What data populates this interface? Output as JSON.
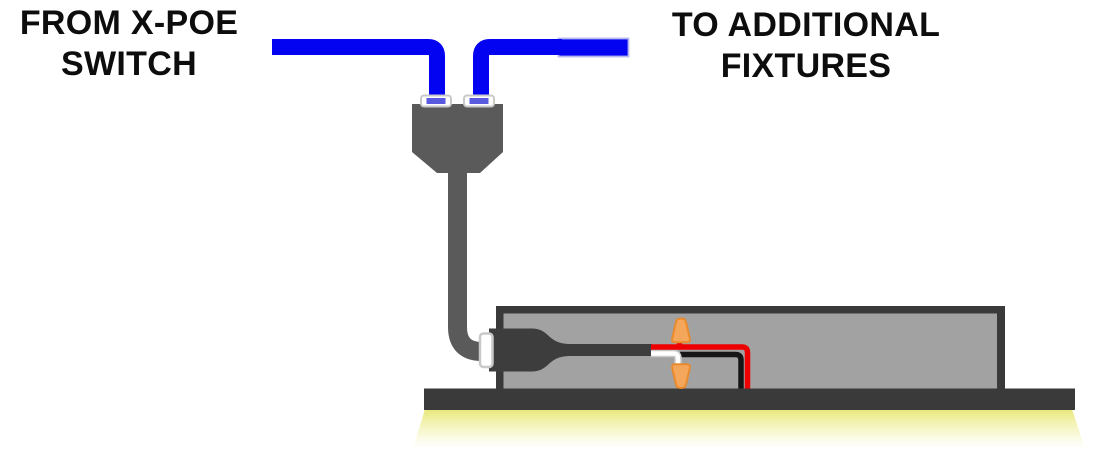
{
  "labels": {
    "from_switch": {
      "line1": "FROM X-POE",
      "line2": "SWITCH"
    },
    "to_fixtures": {
      "line1": "TO ADDITIONAL",
      "line2": "FIXTURES"
    }
  },
  "colors": {
    "cable_blue": "#0303f2",
    "cable_blue_highlight": "#b5b5f0",
    "splitter_gray": "#5a5a5a",
    "fixture_frame": "#3a3a3a",
    "fixture_interior": "#a2a2a2",
    "baseplate": "#3a3a3a",
    "plug_dark": "#3d3d3d",
    "wire_red": "#ee0000",
    "wire_black": "#161616",
    "wire_white": "#ffffff",
    "wire_white_outline": "#c9c9c9",
    "wire_nut_fill": "#f4a75b",
    "wire_nut_border": "#e98a2d",
    "connector_collar": "#ffffff",
    "connector_collar_border": "#c9c9c9",
    "collar_blue_band": "#5a5ae0",
    "light_glow": "#ebeb8a",
    "label_text": "#0d0d0d",
    "background": "#ffffff"
  },
  "components": [
    {
      "name": "cable-from-switch",
      "type": "ethernet-cable",
      "color": "blue"
    },
    {
      "name": "cable-to-additional-fixtures",
      "type": "ethernet-cable",
      "color": "blue"
    },
    {
      "name": "y-splitter-connector",
      "type": "splitter",
      "color": "dark-gray"
    },
    {
      "name": "drop-cable",
      "type": "cable",
      "color": "dark-gray"
    },
    {
      "name": "fixture-input-connector",
      "type": "connector-collar",
      "color": "white"
    },
    {
      "name": "fixture-power-plug",
      "type": "plug",
      "color": "dark-gray"
    },
    {
      "name": "wire-red",
      "type": "wire",
      "color": "red"
    },
    {
      "name": "wire-white",
      "type": "wire",
      "color": "white"
    },
    {
      "name": "wire-black",
      "type": "wire",
      "color": "black"
    },
    {
      "name": "wire-nut-upper",
      "type": "wire-nut",
      "color": "orange"
    },
    {
      "name": "wire-nut-lower",
      "type": "wire-nut",
      "color": "orange"
    },
    {
      "name": "light-fixture-housing",
      "type": "fixture",
      "color": "gray"
    },
    {
      "name": "fixture-baseplate",
      "type": "mounting-plate",
      "color": "dark-gray"
    },
    {
      "name": "light-glow",
      "type": "light-emission",
      "color": "yellow"
    }
  ]
}
